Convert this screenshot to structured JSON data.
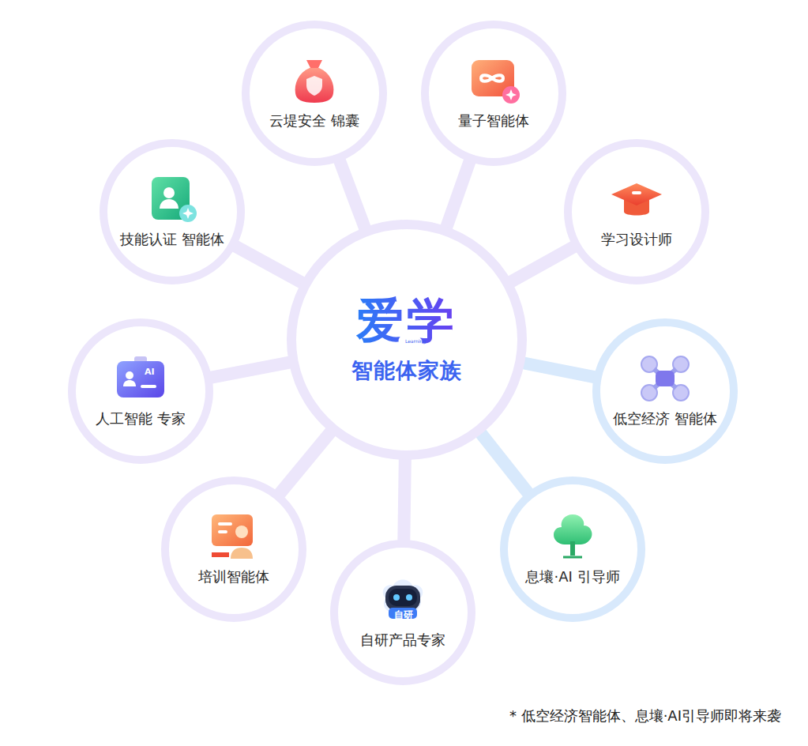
{
  "diagram": {
    "caption": "* 低空经济智能体、息壤·AI引导师即将来袭",
    "nodes": [
      {
        "text": [
          "爱学",
          "智能体家族"
        ]
      },
      {
        "text": [
          "云堤安全 锦囊"
        ]
      },
      {
        "text": [
          "量子智能体"
        ]
      },
      {
        "text": [
          "技能认证 智能体"
        ]
      },
      {
        "text": [
          "学习设计师"
        ]
      },
      {
        "text": [
          "人工智能 专家"
        ]
      },
      {
        "text": [
          "低空经济 智能体"
        ]
      },
      {
        "text": [
          "培训智能体"
        ]
      },
      {
        "text": [
          "息壤·AI 引导师"
        ]
      },
      {
        "text": [
          "自研产品专家"
        ]
      }
    ],
    "edges": [
      {
        "from": 0,
        "to": 1,
        "arrow": "none"
      },
      {
        "from": 0,
        "to": 2,
        "arrow": "none"
      },
      {
        "from": 0,
        "to": 3,
        "arrow": "none"
      },
      {
        "from": 0,
        "to": 4,
        "arrow": "none"
      },
      {
        "from": 0,
        "to": 5,
        "arrow": "none"
      },
      {
        "from": 0,
        "to": 6,
        "arrow": "none"
      },
      {
        "from": 0,
        "to": 7,
        "arrow": "none"
      },
      {
        "from": 0,
        "to": 8,
        "arrow": "none"
      },
      {
        "from": 0,
        "to": 9,
        "arrow": "none"
      }
    ],
    "labels": [
      "Learning",
      "AI",
      "自研"
    ]
  }
}
